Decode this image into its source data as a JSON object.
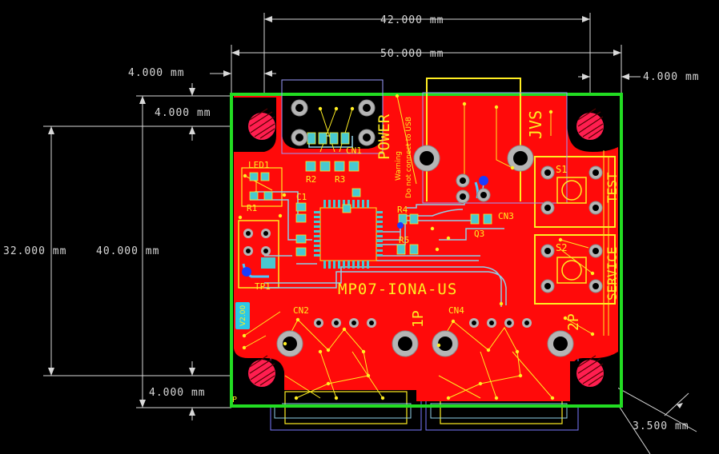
{
  "dimensions": {
    "top_inner": "42.000 mm",
    "top_outer": "50.000 mm",
    "left_margin": "4.000 mm",
    "right_margin": "4.000 mm",
    "left_top_offset": "4.000 mm",
    "left_bottom_offset": "4.000 mm",
    "height_inner": "32.000 mm",
    "height_outer": "40.000 mm",
    "hole_radius": "3.500 mm"
  },
  "labels": {
    "power": "POWER",
    "warning_line1": "Warning",
    "warning_line2": "Do not connect to USB",
    "jvs": "JVS",
    "board_name": "MP07-IONA-US",
    "test": "TEST",
    "service": "SERVICE",
    "one_p": "1P",
    "two_p": "2P",
    "cn1": "CN1",
    "cn2": "CN2",
    "cn3": "CN3",
    "cn4": "CN4",
    "led1": "LED1",
    "r1": "R1",
    "r2": "R2",
    "r3": "R3",
    "r4": "R4",
    "r5": "R5",
    "q1": "Q3",
    "c1": "C1",
    "s1": "S1",
    "s2": "S2",
    "tp1": "TP1",
    "version": "V2.00",
    "p_mark": "P"
  },
  "colors": {
    "background": "#000000",
    "copper": "#ff0a0a",
    "outline": "#22dd22",
    "silkscreen": "#ffee22",
    "traces": "#8fd0e8",
    "hole": "#b5b5b5"
  }
}
